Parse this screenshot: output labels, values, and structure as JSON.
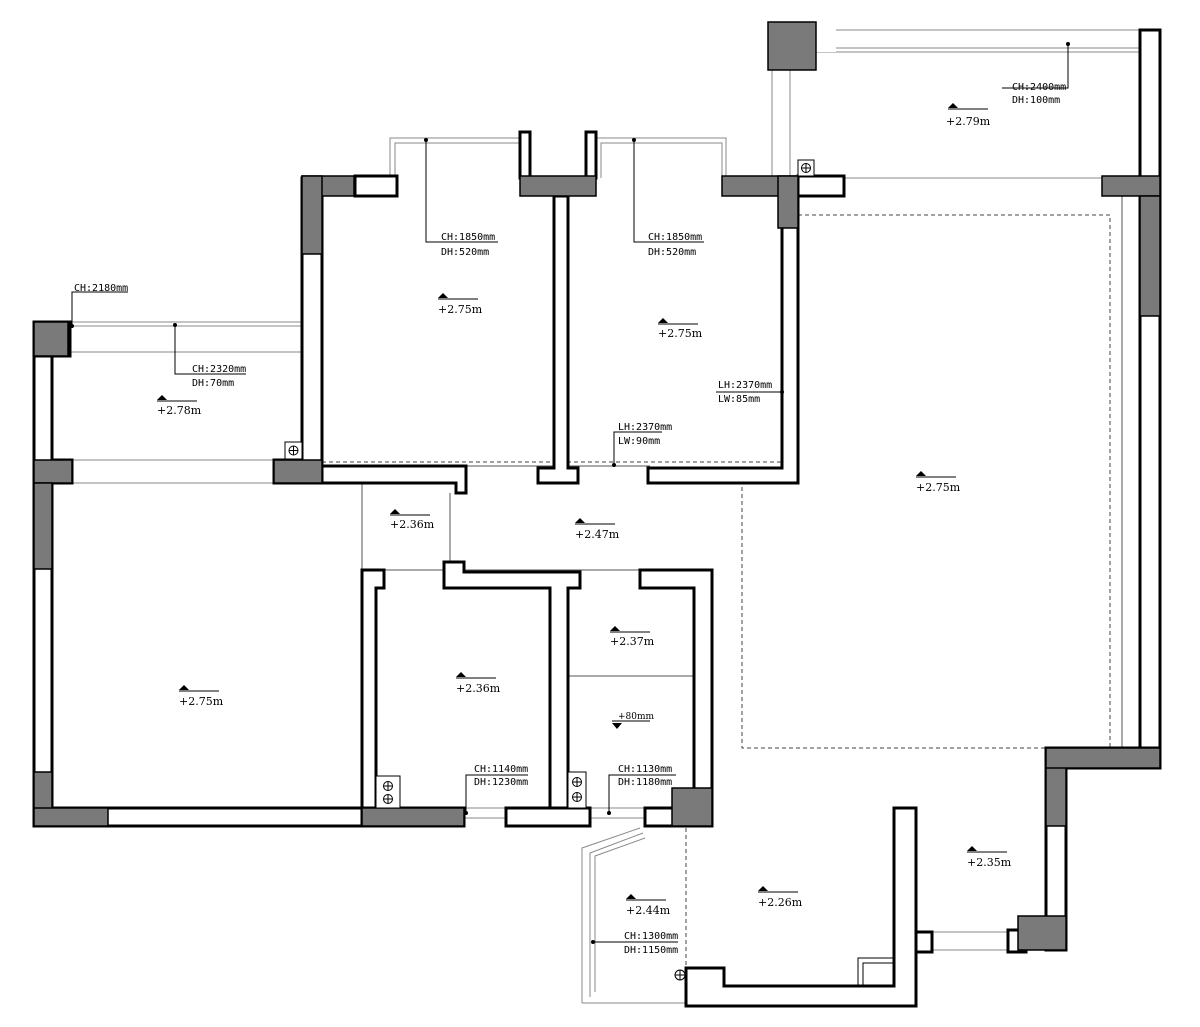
{
  "levels": {
    "balcony_top_right": "+2.79m",
    "bedroom_top_left": "+2.75m",
    "bedroom_top_mid": "+2.75m",
    "balcony_left": "+2.78m",
    "living_right": "+2.75m",
    "corridor_left": "+2.36m",
    "corridor_center": "+2.47m",
    "living_left": "+2.75m",
    "bath_left": "+2.36m",
    "bath_right_upper": "+2.37m",
    "bath_right_step": "+80mm",
    "entry": "+2.35m",
    "kitchen_left": "+2.44m",
    "kitchen_right": "+2.26m"
  },
  "annotations": {
    "top_right_window": {
      "ch": "CH:2400mm",
      "dh": "DH:100mm"
    },
    "bed1_window": {
      "ch": "CH:1850mm",
      "dh": "DH:520mm"
    },
    "bed2_window": {
      "ch": "CH:1850mm",
      "dh": "DH:520mm"
    },
    "left_top_window": {
      "ch": "CH:2180mm"
    },
    "left_balcony_window": {
      "ch": "CH:2320mm",
      "dh": "DH:70mm"
    },
    "bed2_light_right": {
      "lh": "LH:2370mm",
      "lw": "LW:85mm"
    },
    "bed2_light_bottom": {
      "lh": "LH:2370mm",
      "lw": "LW:90mm"
    },
    "bath_left_window": {
      "ch": "CH:1140mm",
      "dh": "DH:1230mm"
    },
    "bath_right_window": {
      "ch": "CH:1130mm",
      "dh": "DH:1180mm"
    },
    "kitchen_window": {
      "ch": "CH:1300mm",
      "dh": "DH:1150mm"
    }
  }
}
